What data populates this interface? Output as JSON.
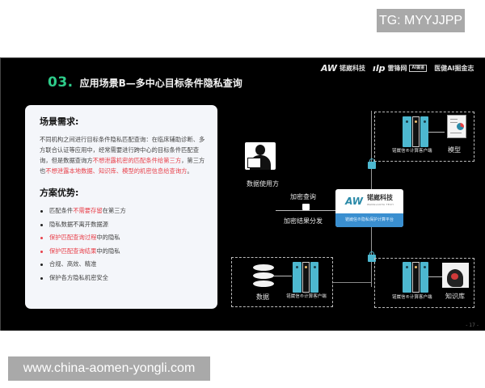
{
  "watermarks": {
    "top": "TG: MYYJJPP",
    "bottom": "www.china-aomen-yongli.com"
  },
  "slide": {
    "title_number": "03.",
    "title_text": "应用场景B—多中心目标条件隐私查询",
    "logos": [
      {
        "mark": "AW",
        "name": "锘崴科技"
      },
      {
        "mark": "ılp",
        "name": "雷锋网",
        "badge": "AI掘金"
      },
      {
        "name": "医健AI掘金志"
      }
    ],
    "colors": {
      "accent_green": "#2ecc8a",
      "highlight_red": "#e8404a",
      "server_blue": "#4db8d0",
      "platform_blue": "#3a8fd0"
    },
    "requirements": {
      "heading": "场景需求:",
      "text_1": "不同机构之间进行目标条件隐私匹配查询：在临床辅助诊断、多方联合认证等应用中，经常需要进行跨中心的目标条件匹配查询，但是数据查询方",
      "text_red_1": "不想泄露机密的匹配条件给第三方",
      "text_2": "，第三方也",
      "text_red_2": "不想泄露本地数据、知识库、模型的机密信息给查询方",
      "text_3": "。"
    },
    "advantages": {
      "heading": "方案优势:",
      "items": [
        {
          "pre": "匹配条件",
          "red": "不需要存留",
          "post": "在第三方"
        },
        {
          "pre": "隐私数据不离开数据源",
          "red": "",
          "post": ""
        },
        {
          "pre": "",
          "red": "保护匹配查询过程",
          "post": "中的隐私"
        },
        {
          "pre": "",
          "red": "保护匹配查询结果",
          "post": "中的隐私"
        },
        {
          "pre": "合规、高效、精准",
          "red": "",
          "post": ""
        },
        {
          "pre": "保护各方隐私机密安全",
          "red": "",
          "post": ""
        }
      ]
    },
    "diagram": {
      "user_label": "数据使用方",
      "encrypted_query": "加密查询",
      "encrypted_result": "加密结果分发",
      "platform_mark": "AW",
      "platform_name": "锘崴科技",
      "platform_sub": "WANGLAUHA TECH",
      "platform_caption": "锘崴信®隐私保护计算平台",
      "client_label": "锘崴信®计算客户端",
      "model_label": "模型",
      "data_label": "数据",
      "knowledge_label": "知识库"
    },
    "page_number": "- 17 -"
  }
}
